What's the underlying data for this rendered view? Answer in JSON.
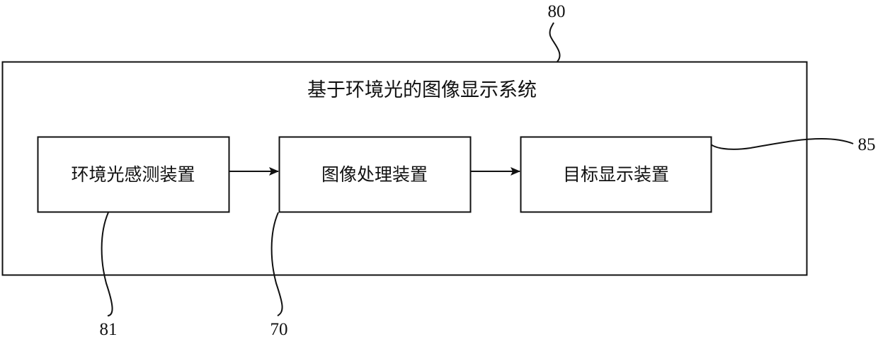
{
  "diagram": {
    "title": "基于环境光的图像显示系统",
    "system_ref": "80",
    "blocks": [
      {
        "label": "环境光感测装置",
        "ref": "81"
      },
      {
        "label": "图像处理装置",
        "ref": "70"
      },
      {
        "label": "目标显示装置",
        "ref": "85"
      }
    ],
    "arrows": [
      {
        "from": "环境光感测装置",
        "to": "图像处理装置"
      },
      {
        "from": "图像处理装置",
        "to": "目标显示装置"
      }
    ],
    "colors": {
      "stroke": "#111111",
      "background": "#ffffff"
    }
  }
}
